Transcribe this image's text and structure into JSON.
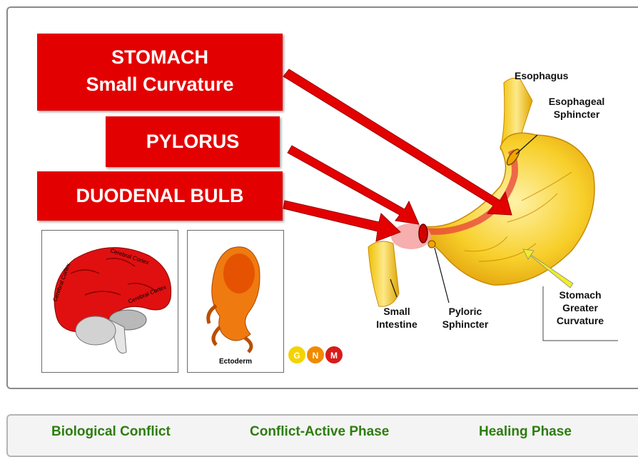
{
  "boxes": {
    "stomach_line1": "STOMACH",
    "stomach_line2": "Small Curvature",
    "pylorus": "PYLORUS",
    "duodenal_bulb": "DUODENAL BULB"
  },
  "brain_labels": {
    "cortex_a": "Cerebral Cortex",
    "cortex_b": "Cerebral Cortex",
    "cortex_c": "Cerebral Cortex"
  },
  "embryo_label": "Ectoderm",
  "logo_letters": [
    "G",
    "N",
    "M"
  ],
  "anatomy_labels": {
    "esophagus": "Esophagus",
    "esophageal_sphincter_1": "Esophageal",
    "esophageal_sphincter_2": "Sphincter",
    "greater_curvature_1": "Stomach",
    "greater_curvature_2": "Greater",
    "greater_curvature_3": "Curvature",
    "small_intestine_1": "Small",
    "small_intestine_2": "Intestine",
    "pyloric_sphincter_1": "Pyloric",
    "pyloric_sphincter_2": "Sphincter"
  },
  "tabs": {
    "biological_conflict": "Biological Conflict",
    "conflict_active": "Conflict-Active Phase",
    "healing": "Healing Phase"
  },
  "colors": {
    "box_red": "#e30000",
    "tab_green": "#2e7d0f",
    "stomach_yellow": "#f5c400"
  }
}
